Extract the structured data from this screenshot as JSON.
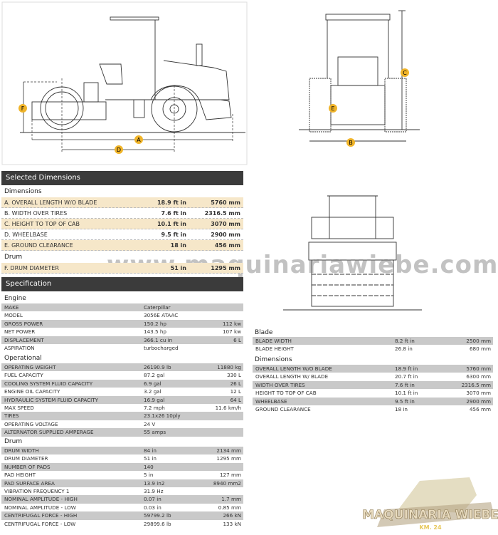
{
  "diagram": {
    "labels": [
      "A",
      "B",
      "C",
      "D",
      "E",
      "F"
    ],
    "accent": "#f0b429"
  },
  "selected_dimensions": {
    "title": "Selected Dimensions",
    "dimensions_label": "Dimensions",
    "rows": [
      {
        "label": "A. OVERALL LENGTH W/O BLADE",
        "imperial": "18.9 ft in",
        "metric": "5760 mm"
      },
      {
        "label": "B. WIDTH OVER TIRES",
        "imperial": "7.6 ft in",
        "metric": "2316.5 mm"
      },
      {
        "label": "C. HEIGHT TO TOP OF CAB",
        "imperial": "10.1 ft in",
        "metric": "3070 mm"
      },
      {
        "label": "D. WHEELBASE",
        "imperial": "9.5 ft in",
        "metric": "2900 mm"
      },
      {
        "label": "E. GROUND CLEARANCE",
        "imperial": "18 in",
        "metric": "456 mm"
      }
    ],
    "drum_label": "Drum",
    "drum_rows": [
      {
        "label": "F. DRUM DIAMETER",
        "imperial": "51 in",
        "metric": "1295 mm"
      }
    ]
  },
  "specification": {
    "title": "Specification",
    "engine": {
      "label": "Engine",
      "rows": [
        {
          "label": "MAKE",
          "imperial": "Caterpillar",
          "metric": ""
        },
        {
          "label": "MODEL",
          "imperial": "3056E ATAAC",
          "metric": ""
        },
        {
          "label": "GROSS POWER",
          "imperial": "150.2 hp",
          "metric": "112 kw"
        },
        {
          "label": "NET POWER",
          "imperial": "143.5 hp",
          "metric": "107 kw"
        },
        {
          "label": "DISPLACEMENT",
          "imperial": "366.1 cu in",
          "metric": "6 L"
        },
        {
          "label": "ASPIRATION",
          "imperial": "turbocharged",
          "metric": ""
        }
      ]
    },
    "operational": {
      "label": "Operational",
      "rows": [
        {
          "label": "OPERATING WEIGHT",
          "imperial": "26190.9 lb",
          "metric": "11880 kg"
        },
        {
          "label": "FUEL CAPACITY",
          "imperial": "87.2 gal",
          "metric": "330 L"
        },
        {
          "label": "COOLING SYSTEM FLUID CAPACITY",
          "imperial": "6.9 gal",
          "metric": "26 L"
        },
        {
          "label": "ENGINE OIL CAPACITY",
          "imperial": "3.2 gal",
          "metric": "12 L"
        },
        {
          "label": "HYDRAULIC SYSTEM FLUID CAPACITY",
          "imperial": "16.9 gal",
          "metric": "64 L"
        },
        {
          "label": "MAX SPEED",
          "imperial": "7.2 mph",
          "metric": "11.6 km/h"
        },
        {
          "label": "TIRES",
          "imperial": "23.1x26 10ply",
          "metric": ""
        },
        {
          "label": "OPERATING VOLTAGE",
          "imperial": "24 V",
          "metric": ""
        },
        {
          "label": "ALTERNATOR SUPPLIED AMPERAGE",
          "imperial": "55 amps",
          "metric": ""
        }
      ]
    },
    "drum": {
      "label": "Drum",
      "rows": [
        {
          "label": "DRUM WIDTH",
          "imperial": "84 in",
          "metric": "2134 mm"
        },
        {
          "label": "DRUM DIAMETER",
          "imperial": "51 in",
          "metric": "1295 mm"
        },
        {
          "label": "NUMBER OF PADS",
          "imperial": "140",
          "metric": ""
        },
        {
          "label": "PAD HEIGHT",
          "imperial": "5 in",
          "metric": "127 mm"
        },
        {
          "label": "PAD SURFACE AREA",
          "imperial": "13.9 in2",
          "metric": "8940 mm2"
        },
        {
          "label": "VIBRATION FREQUENCY 1",
          "imperial": "31.9 Hz",
          "metric": ""
        },
        {
          "label": "NOMINAL AMPLITUDE - HIGH",
          "imperial": "0.07 in",
          "metric": "1.7 mm"
        },
        {
          "label": "NOMINAL AMPLITUDE - LOW",
          "imperial": "0.03 in",
          "metric": "0.85 mm"
        },
        {
          "label": "CENTRIFUGAL FORCE - HIGH",
          "imperial": "59799.2 lb",
          "metric": "266 kN"
        },
        {
          "label": "CENTRIFUGAL FORCE - LOW",
          "imperial": "29899.6 lb",
          "metric": "133 kN"
        }
      ]
    },
    "blade": {
      "label": "Blade",
      "rows": [
        {
          "label": "BLADE WIDTH",
          "imperial": "8.2 ft in",
          "metric": "2500 mm"
        },
        {
          "label": "BLADE HEIGHT",
          "imperial": "26.8 in",
          "metric": "680 mm"
        }
      ]
    },
    "dimensions": {
      "label": "Dimensions",
      "rows": [
        {
          "label": "OVERALL LENGTH W/O BLADE",
          "imperial": "18.9 ft in",
          "metric": "5760 mm"
        },
        {
          "label": "OVERALL LENGTH W/ BLADE",
          "imperial": "20.7 ft in",
          "metric": "6300 mm"
        },
        {
          "label": "WIDTH OVER TIRES",
          "imperial": "7.6 ft in",
          "metric": "2316.5 mm"
        },
        {
          "label": "HEIGHT TO TOP OF CAB",
          "imperial": "10.1 ft in",
          "metric": "3070 mm"
        },
        {
          "label": "WHEELBASE",
          "imperial": "9.5 ft in",
          "metric": "2900 mm"
        },
        {
          "label": "GROUND CLEARANCE",
          "imperial": "18 in",
          "metric": "456 mm"
        }
      ]
    }
  },
  "watermark": "www.maquinariawiebe.com",
  "logo": {
    "name": "MAQUINARIA WIEBE",
    "sub": "KM. 24"
  }
}
